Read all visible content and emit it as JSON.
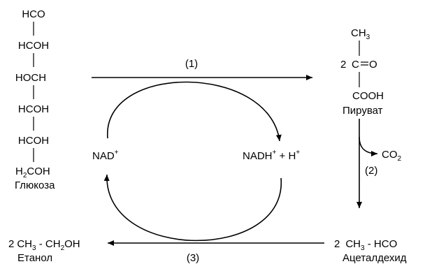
{
  "glucose": {
    "rows": [
      "HCO",
      "HCOH",
      "HOCH",
      "HCOH",
      "HCOH"
    ],
    "last_row": {
      "h": "H",
      "sub": "2",
      "rest": "COH"
    },
    "name": "Глюкоза"
  },
  "pyruvate": {
    "top": {
      "base": "CH",
      "sub": "3"
    },
    "middle_coef": "2",
    "middle_c": "C",
    "middle_eq": "═",
    "middle_o": "O",
    "bottom": "COOH",
    "name": "Пируват"
  },
  "cofactors": {
    "nad": {
      "base": "NAD",
      "sup": "+"
    },
    "nadh": {
      "base": "NADH",
      "sup": "+",
      "plus_h": " + H",
      "plus_h_sup": "+"
    }
  },
  "co2": {
    "base": "CO",
    "sub": "2"
  },
  "acetaldehyde": {
    "coef": "2",
    "formula_pre": "CH",
    "formula_sub": "3",
    "formula_post": " - HCO",
    "name": "Ацеталдехид"
  },
  "ethanol": {
    "coef": "2",
    "p1": "CH",
    "s1": "3",
    "p2": " - CH",
    "s2": "2",
    "p3": "OH",
    "name": "Етанол"
  },
  "steps": [
    "(1)",
    "(2)",
    "(3)"
  ],
  "colors": {
    "ink": "#000000",
    "background": "#ffffff"
  }
}
